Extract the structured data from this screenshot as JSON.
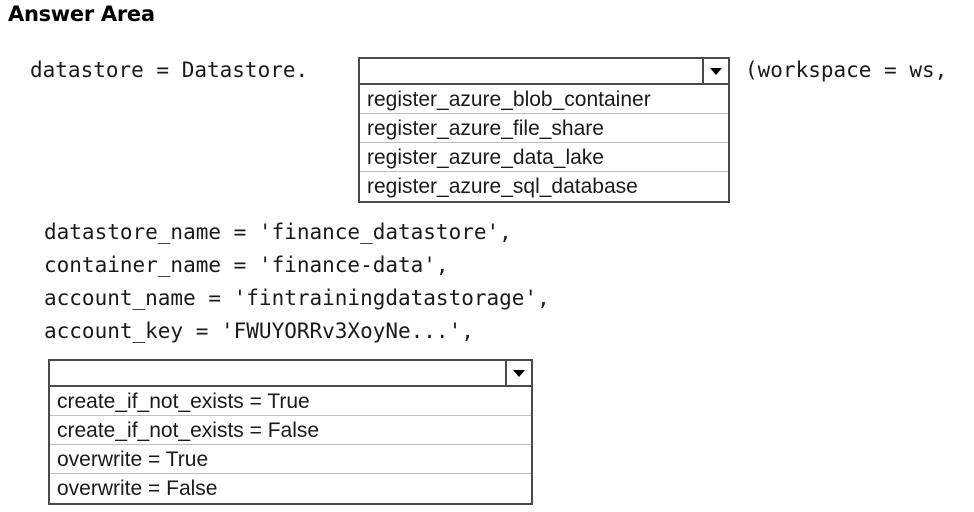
{
  "page": {
    "title": "Answer Area",
    "background": "#ffffff",
    "text_color": "#1a1a1a",
    "border_color": "#4a4a4a",
    "separator_color": "#bfbfbf"
  },
  "code": {
    "lines": [
      "datastore = Datastore.",
      "datastore_name = 'finance_datastore',",
      "container_name = 'finance-data',",
      "account_name = 'fintrainingdatastorage',",
      "account_key = 'FWUYORRv3XoyNe...',"
    ],
    "tail_after_first_dropdown": "(workspace = ws,"
  },
  "dropdowns": [
    {
      "id": "method",
      "selected_value": "",
      "arrow_icon": "chevron-down-icon",
      "options": [
        "register_azure_blob_container",
        "register_azure_file_share",
        "register_azure_data_lake",
        "register_azure_sql_database"
      ]
    },
    {
      "id": "option",
      "selected_value": "",
      "arrow_icon": "chevron-down-icon",
      "options": [
        "create_if_not_exists = True",
        "create_if_not_exists = False",
        "overwrite = True",
        "overwrite = False"
      ]
    }
  ]
}
